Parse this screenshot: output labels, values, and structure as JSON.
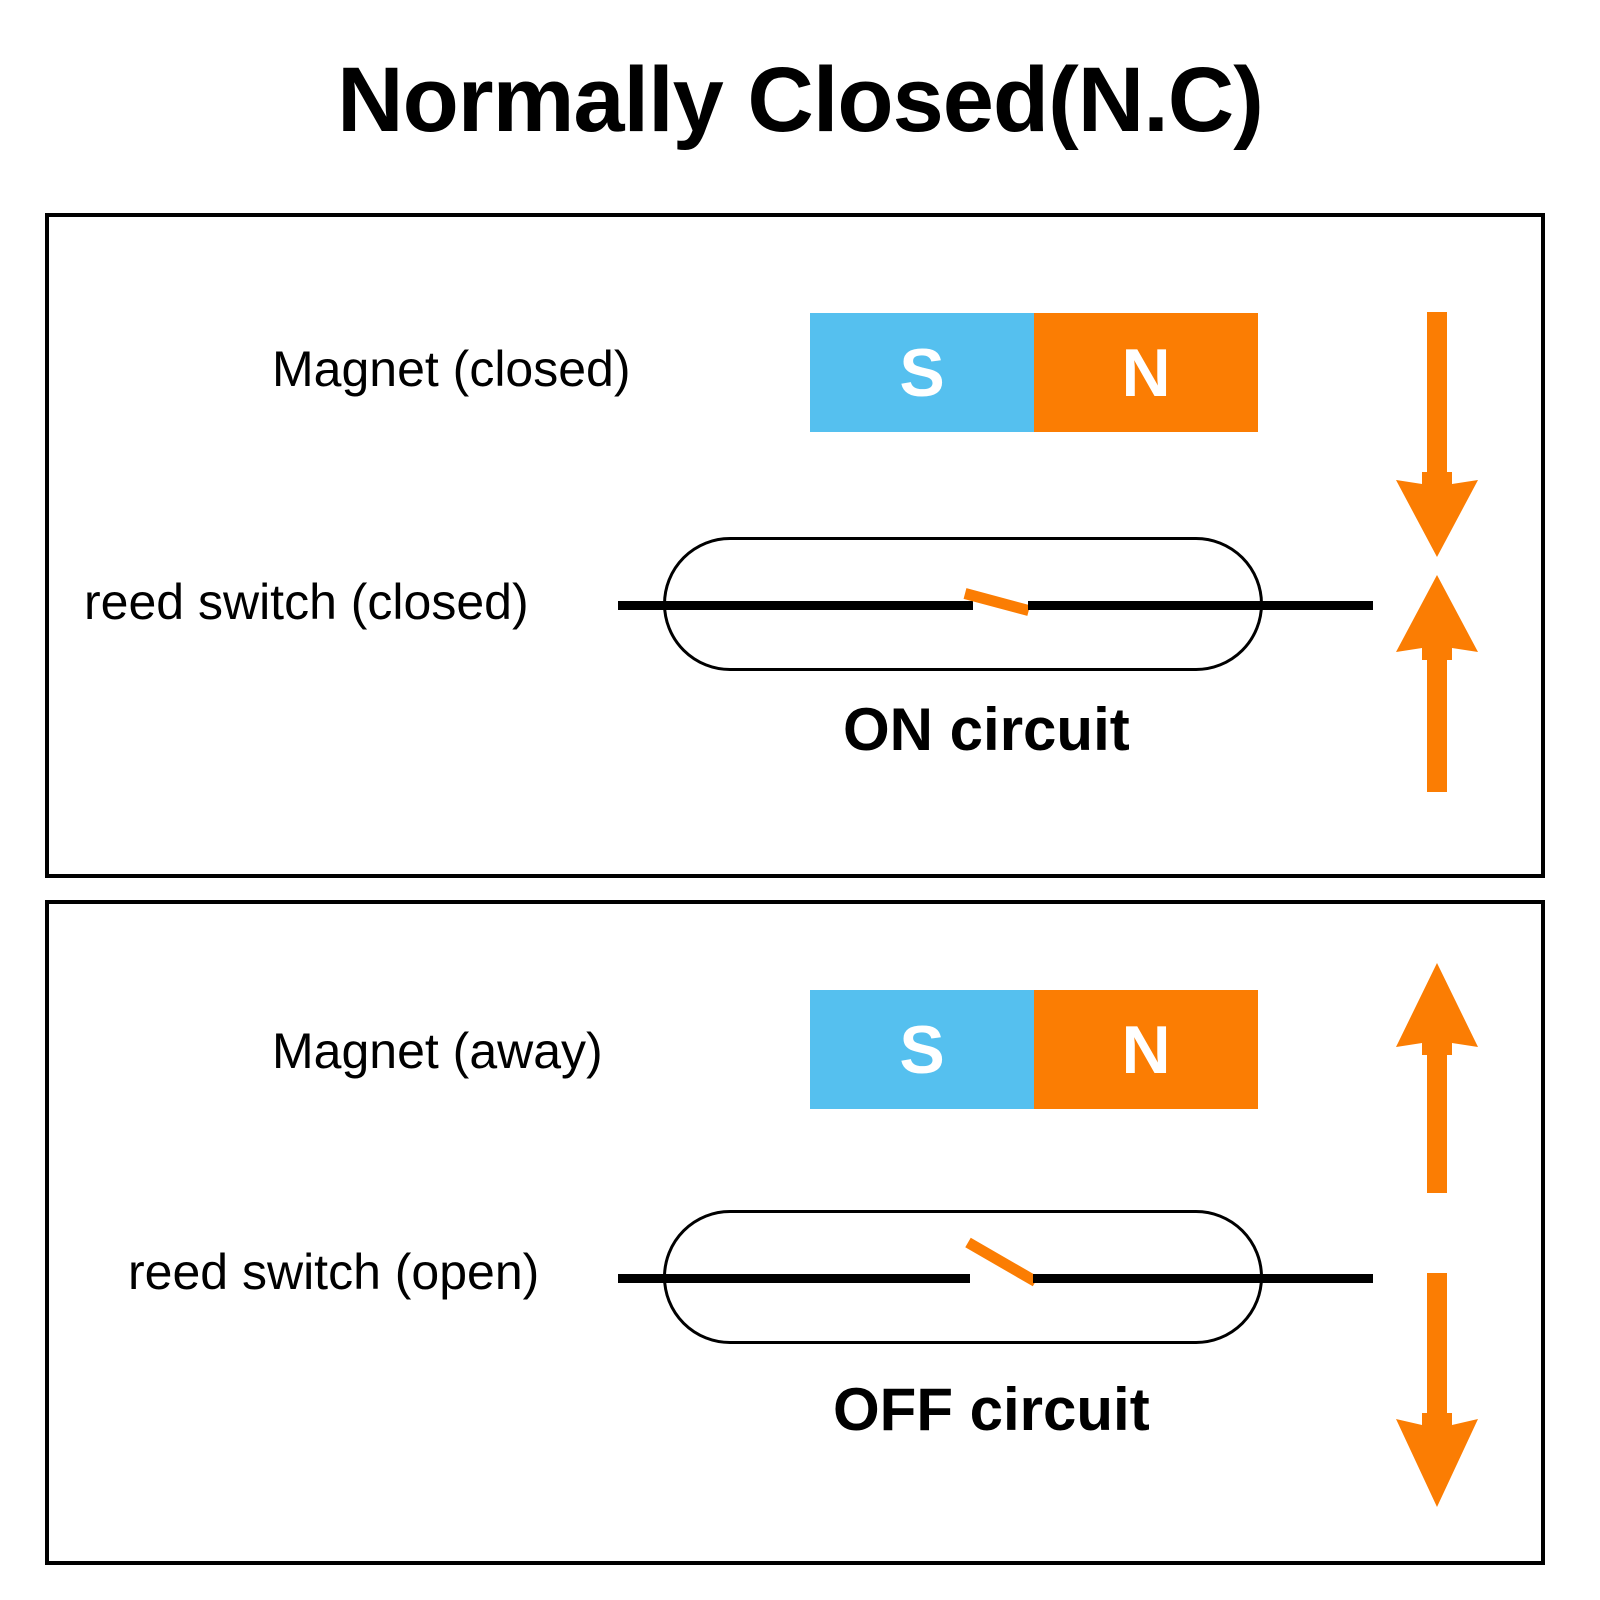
{
  "title": "Normally Closed(N.C)",
  "colors": {
    "south_pole": "#55c0ef",
    "north_pole": "#fb7d03",
    "blade": "#fb7d03",
    "arrow": "#fb7d03",
    "wire": "#000000",
    "border": "#000000",
    "background": "#ffffff",
    "pole_label": "#ffffff"
  },
  "panels": [
    {
      "id": "closed",
      "magnet_label": "Magnet (closed)",
      "magnet": {
        "south_label": "S",
        "north_label": "N"
      },
      "switch_label": "reed switch (closed)",
      "circuit_caption": "ON circuit",
      "arrow_direction": "converging",
      "arrow_top_points": "down",
      "arrow_bottom_points": "up",
      "blade_state": "closed"
    },
    {
      "id": "open",
      "magnet_label": "Magnet (away)",
      "magnet": {
        "south_label": "S",
        "north_label": "N"
      },
      "switch_label": "reed switch (open)",
      "circuit_caption": "OFF circuit",
      "arrow_direction": "diverging",
      "arrow_top_points": "up",
      "arrow_bottom_points": "down",
      "blade_state": "open"
    }
  ]
}
